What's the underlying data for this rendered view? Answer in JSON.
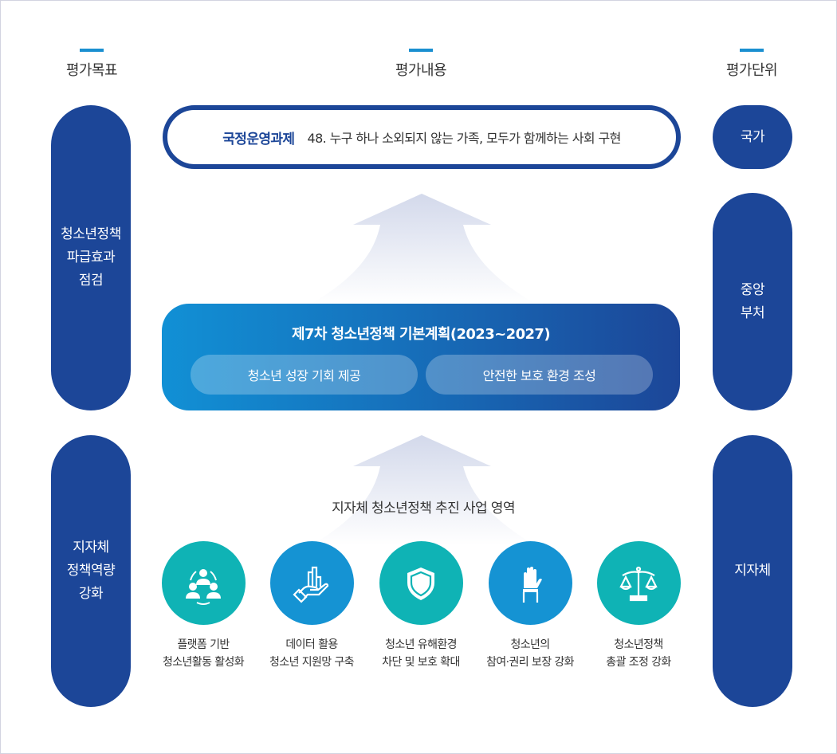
{
  "colors": {
    "navy": "#1c4698",
    "accent_bar": "#1a8fd0",
    "teal": "#0fb3b5",
    "blue": "#1593d3",
    "gradient_start": "#1190d5",
    "gradient_end": "#1c4698",
    "arrow": "#d5dbec"
  },
  "headers": {
    "goal": "평가목표",
    "content": "평가내용",
    "unit": "평가단위"
  },
  "goals": [
    {
      "lines": [
        "청소년정책",
        "파급효과",
        "점검"
      ]
    },
    {
      "lines": [
        "지자체",
        "정책역량",
        "강화"
      ]
    }
  ],
  "units": [
    {
      "lines": [
        "국가"
      ]
    },
    {
      "lines": [
        "중앙",
        "부처"
      ]
    },
    {
      "lines": [
        "지자체"
      ]
    }
  ],
  "national_task": {
    "label": "국정운영과제",
    "value": "48. 누구 하나 소외되지 않는 가족, 모두가 함께하는 사회 구현"
  },
  "basic_plan": {
    "title": "제7차 청소년정책 기본계획(2023~2027)",
    "goals": [
      "청소년 성장 기회 제공",
      "안전한 보호 환경 조성"
    ]
  },
  "local": {
    "title": "지자체 청소년정책 추진 사업 영역",
    "areas": [
      {
        "icon": "people-network-icon",
        "color": "teal",
        "lines": [
          "플랫폼 기반",
          "청소년활동 활성화"
        ]
      },
      {
        "icon": "hand-chart-icon",
        "color": "blue",
        "lines": [
          "데이터 활용",
          "청소년 지원망 구축"
        ]
      },
      {
        "icon": "shield-icon",
        "color": "teal",
        "lines": [
          "청소년 유해환경",
          "차단 및 보호 확대"
        ]
      },
      {
        "icon": "raised-hand-icon",
        "color": "blue",
        "lines": [
          "청소년의",
          "참여·권리 보장 강화"
        ]
      },
      {
        "icon": "scales-icon",
        "color": "teal",
        "lines": [
          "청소년정책",
          "총괄 조정 강화"
        ]
      }
    ]
  }
}
